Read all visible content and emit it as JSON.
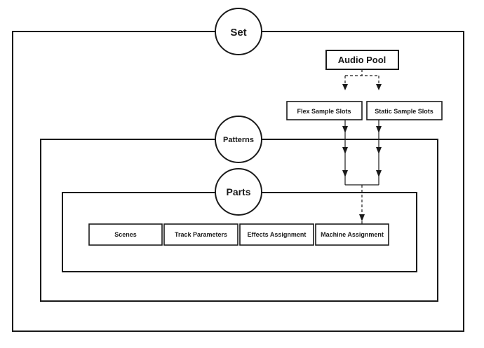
{
  "set": {
    "label": "Set"
  },
  "patterns": {
    "label": "Patterns"
  },
  "parts": {
    "label": "Parts"
  },
  "audio_pool": {
    "label": "Audio Pool"
  },
  "sample_slots": [
    {
      "label": "Flex Sample Slots"
    },
    {
      "label": "Static Sample Slots"
    }
  ],
  "part_items": [
    {
      "label": "Scenes"
    },
    {
      "label": "Track Parameters"
    },
    {
      "label": "Effects Assignment"
    },
    {
      "label": "Machine Assignment"
    }
  ]
}
